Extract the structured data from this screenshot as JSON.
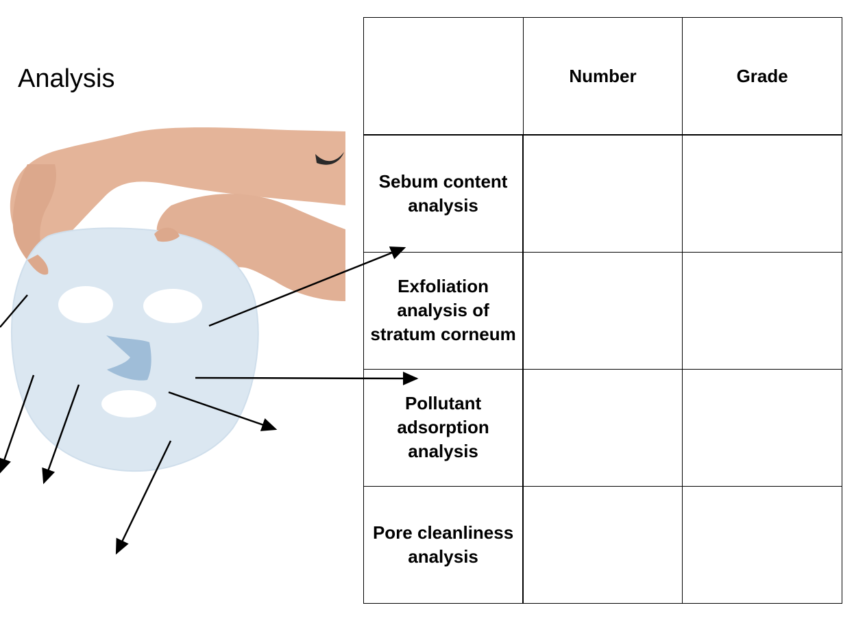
{
  "title": "Analysis",
  "illustration": {
    "subject": "hands-holding-sheet-mask",
    "mask_color": "#dce8f2",
    "skin_color": "#e7b9a0",
    "arrow_color": "#000000"
  },
  "table": {
    "headers": [
      "",
      "Number",
      "Grade"
    ],
    "rows": [
      {
        "label": "Sebum content analysis",
        "number": "",
        "grade": ""
      },
      {
        "label": "Exfoliation analysis of stratum corneum",
        "number": "",
        "grade": ""
      },
      {
        "label": "Pollutant adsorption analysis",
        "number": "",
        "grade": ""
      },
      {
        "label": "Pore cleanliness analysis",
        "number": "",
        "grade": ""
      }
    ]
  }
}
